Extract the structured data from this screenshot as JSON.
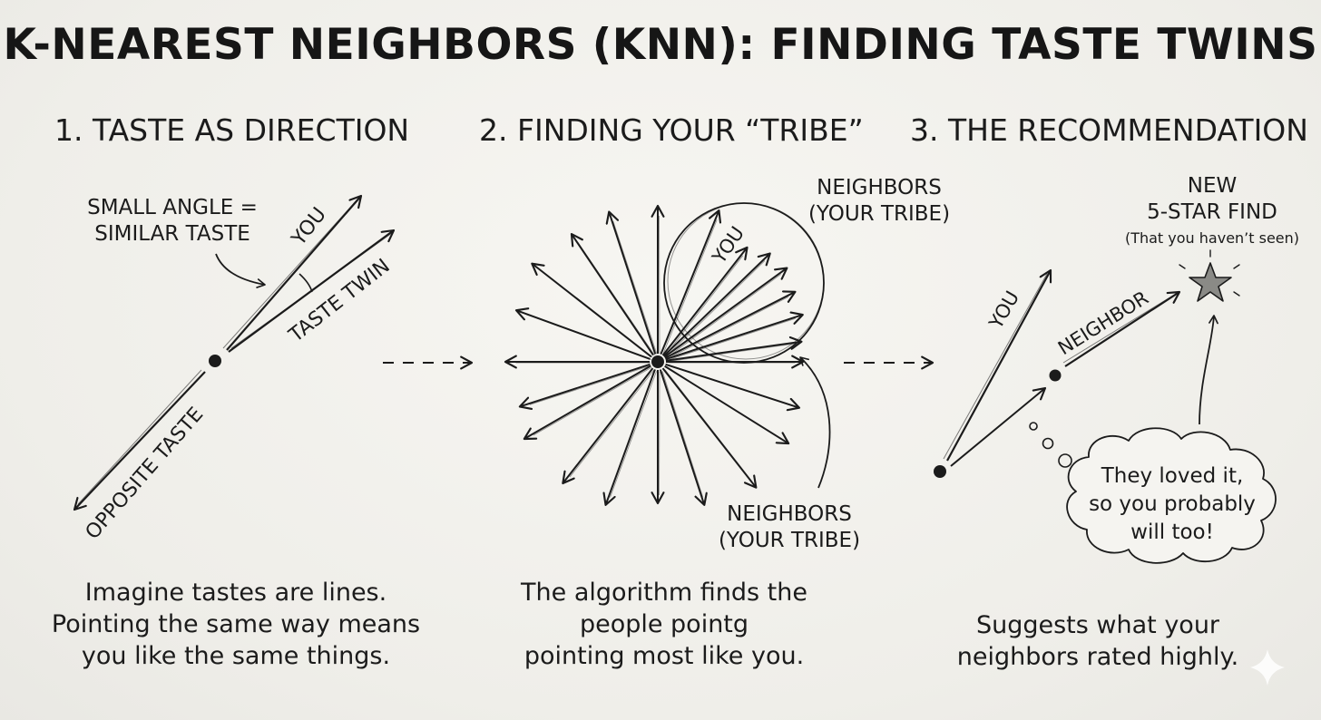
{
  "title": "K-NEAREST NEIGHBORS (KNN): FINDING TASTE TWINS",
  "sections": [
    {
      "heading": "1. TASTE AS DIRECTION",
      "labels": {
        "angle_line1": "SMALL ANGLE =",
        "angle_line2": "SIMILAR TASTE",
        "you": "YOU",
        "twin": "TASTE TWIN",
        "opposite": "OPPOSITE TASTE"
      },
      "caption": [
        "Imagine tastes are lines.",
        "Pointing the same way means",
        "you like the same things."
      ]
    },
    {
      "heading": "2. FINDING YOUR “TRIBE”",
      "labels": {
        "you": "YOU",
        "tribe_top_line1": "NEIGHBORS",
        "tribe_top_line2": "(YOUR TRIBE)",
        "tribe_bottom_line1": "NEIGHBORS",
        "tribe_bottom_line2": "(YOUR TRIBE)"
      },
      "caption": [
        "The algorithm finds the",
        "people pointg",
        "pointing most like you."
      ]
    },
    {
      "heading": "3. THE RECOMMENDATION",
      "labels": {
        "you": "YOU",
        "neighbor": "NEIGHBOR",
        "find_line1": "NEW",
        "find_line2": "5-STAR FIND",
        "find_line3": "(That you haven’t seen)",
        "thought_line1": "They loved it,",
        "thought_line2": "so you probably",
        "thought_line3": "will too!"
      },
      "caption": [
        "Suggests what your",
        "neighbors rated highly."
      ]
    }
  ],
  "colors": {
    "ink": "#1b1b1b",
    "paper": "#f3f2ee",
    "star": "#8a8a86"
  }
}
